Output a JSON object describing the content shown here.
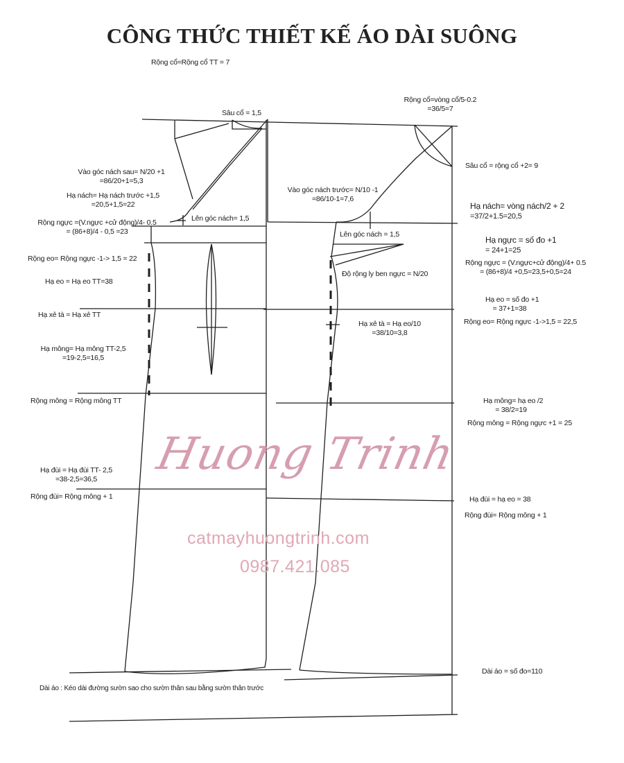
{
  "title": "CÔNG THỨC THIẾT KẾ ÁO DÀI SUÔNG",
  "back_panel": {
    "neck_width": "Rộng cổ=Rộng cổ TT = 7",
    "neck_depth": "Sâu cổ = 1,5",
    "back_armhole_in": [
      "Vào góc nách sau= N/20 +1",
      "=86/20+1=5,3"
    ],
    "armhole_drop": [
      "Hạ nách= Hạ nách trước +1,5",
      "=20,5+1,5=22"
    ],
    "armhole_raise": "Lên góc nách= 1,5",
    "bust_width": [
      "Rộng ngực =(V.ngực +cử động)/4- 0.5",
      "= (86+8)/4 - 0,5 =23"
    ],
    "waist_width": "Rộng eo= Rộng ngực -1-> 1,5 = 22",
    "waist_drop": "Hạ eo = Hạ eo TT=38",
    "slit_drop": "Hạ xẻ tà = Hạ xẻ TT",
    "hip_drop": [
      "Hạ mông= Hạ mông TT-2,5",
      "=19-2,5=16,5"
    ],
    "hip_width": "Rộng mông = Rộng mông TT",
    "thigh_drop": [
      "Hạ đùi = Hạ đùi TT- 2,5",
      "=38-2,5=36,5"
    ],
    "thigh_width": "Rộng đùi= Rộng mông + 1",
    "length_note": "Dài áo : Kéo dài đường sườn sao cho sườn thân sau bằng sườn thân trước"
  },
  "front_panel": {
    "neck_width": [
      "Rộng cổ=vòng cổ/5-0.2",
      "=36/5=7"
    ],
    "neck_depth": "Sâu cổ = rộng cổ +2= 9",
    "front_armhole_in": [
      "Vào góc nách trước= N/10 -1",
      "=86/10-1=7,6"
    ],
    "armhole_drop": [
      "Hạ nách= vòng nách/2 + 2",
      "=37/2+1.5=20,5"
    ],
    "armhole_raise": "Lên góc nách = 1,5",
    "bust_drop": [
      "Hạ ngực = số đo +1",
      "= 24+1=25"
    ],
    "bust_width": [
      "Rộng ngực = (V.ngực+cử động)/4+ 0.5",
      "= (86+8)/4 +0,5=23,5+0,5=24"
    ],
    "dart_width": "Độ rộng ly ben ngực = N/20",
    "waist_drop": [
      "Hạ eo = số đo +1",
      "= 37+1=38"
    ],
    "waist_width": "Rộng eo= Rộng ngực -1->1,5 = 22,5",
    "slit_drop": [
      "Hạ xẻ tà = Hạ eo/10",
      "=38/10=3,8"
    ],
    "hip_drop": [
      "Hạ mông= hạ eo /2",
      "= 38/2=19"
    ],
    "hip_width": "Rộng mông = Rộng ngực +1 = 25",
    "thigh_drop": "Hạ đùi = hạ eo = 38",
    "thigh_width": "Rộng đùi= Rộng mông + 1",
    "length": "Dài áo = số đo=110"
  },
  "watermark": {
    "signature": "Huong Trinh",
    "website": "catmayhuongtrinh.com",
    "phone": "0987.421.085",
    "color": "#d08ea2"
  }
}
